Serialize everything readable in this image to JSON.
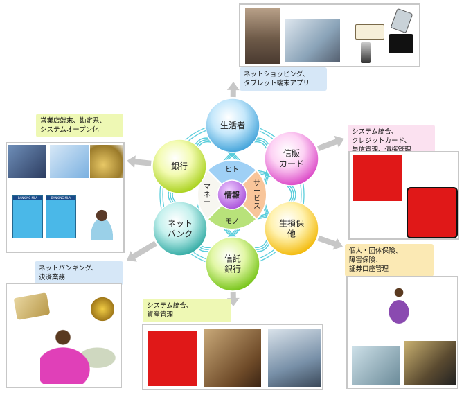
{
  "center": {
    "label": "情報",
    "segments": {
      "top": "ヒト",
      "right": "サービス",
      "bottom": "モノ",
      "left": "マネー"
    }
  },
  "nodes": [
    {
      "id": "consumer",
      "label": "生活者",
      "colors": [
        "#c6e8fb",
        "#3a9fd8"
      ]
    },
    {
      "id": "card",
      "label": "信販\nカード",
      "colors": [
        "#fdd2f4",
        "#d940c4"
      ]
    },
    {
      "id": "insurance",
      "label": "生損保\n他",
      "colors": [
        "#fff2b0",
        "#f2b600"
      ]
    },
    {
      "id": "trust",
      "label": "信託\n銀行",
      "colors": [
        "#e2f7a6",
        "#70c110"
      ]
    },
    {
      "id": "netbank",
      "label": "ネット\nバンク",
      "colors": [
        "#c6f1ee",
        "#2aa7a0"
      ]
    },
    {
      "id": "bank",
      "label": "銀行",
      "colors": [
        "#f3fbb2",
        "#a5cf14"
      ]
    }
  ],
  "annotations": {
    "consumer": [
      "ネットショッピング、",
      "タブレット端末アプリ"
    ],
    "card": [
      "システム統合、",
      "クレジットカード、",
      "与信管理、債権管理"
    ],
    "insurance": [
      "個人・団体保険、",
      "障害保険、",
      "証券口座管理"
    ],
    "trust": [
      "システム統合、",
      "資産管理"
    ],
    "netbank": [
      "ネットバンキング、",
      "決済業務"
    ],
    "bank": [
      "営業店端末、勘定系、",
      "システムオープン化"
    ]
  },
  "photo_labels": {
    "bank_sign_1": "BANKING MLA",
    "bank_sign_2": "BANKING MLA"
  }
}
